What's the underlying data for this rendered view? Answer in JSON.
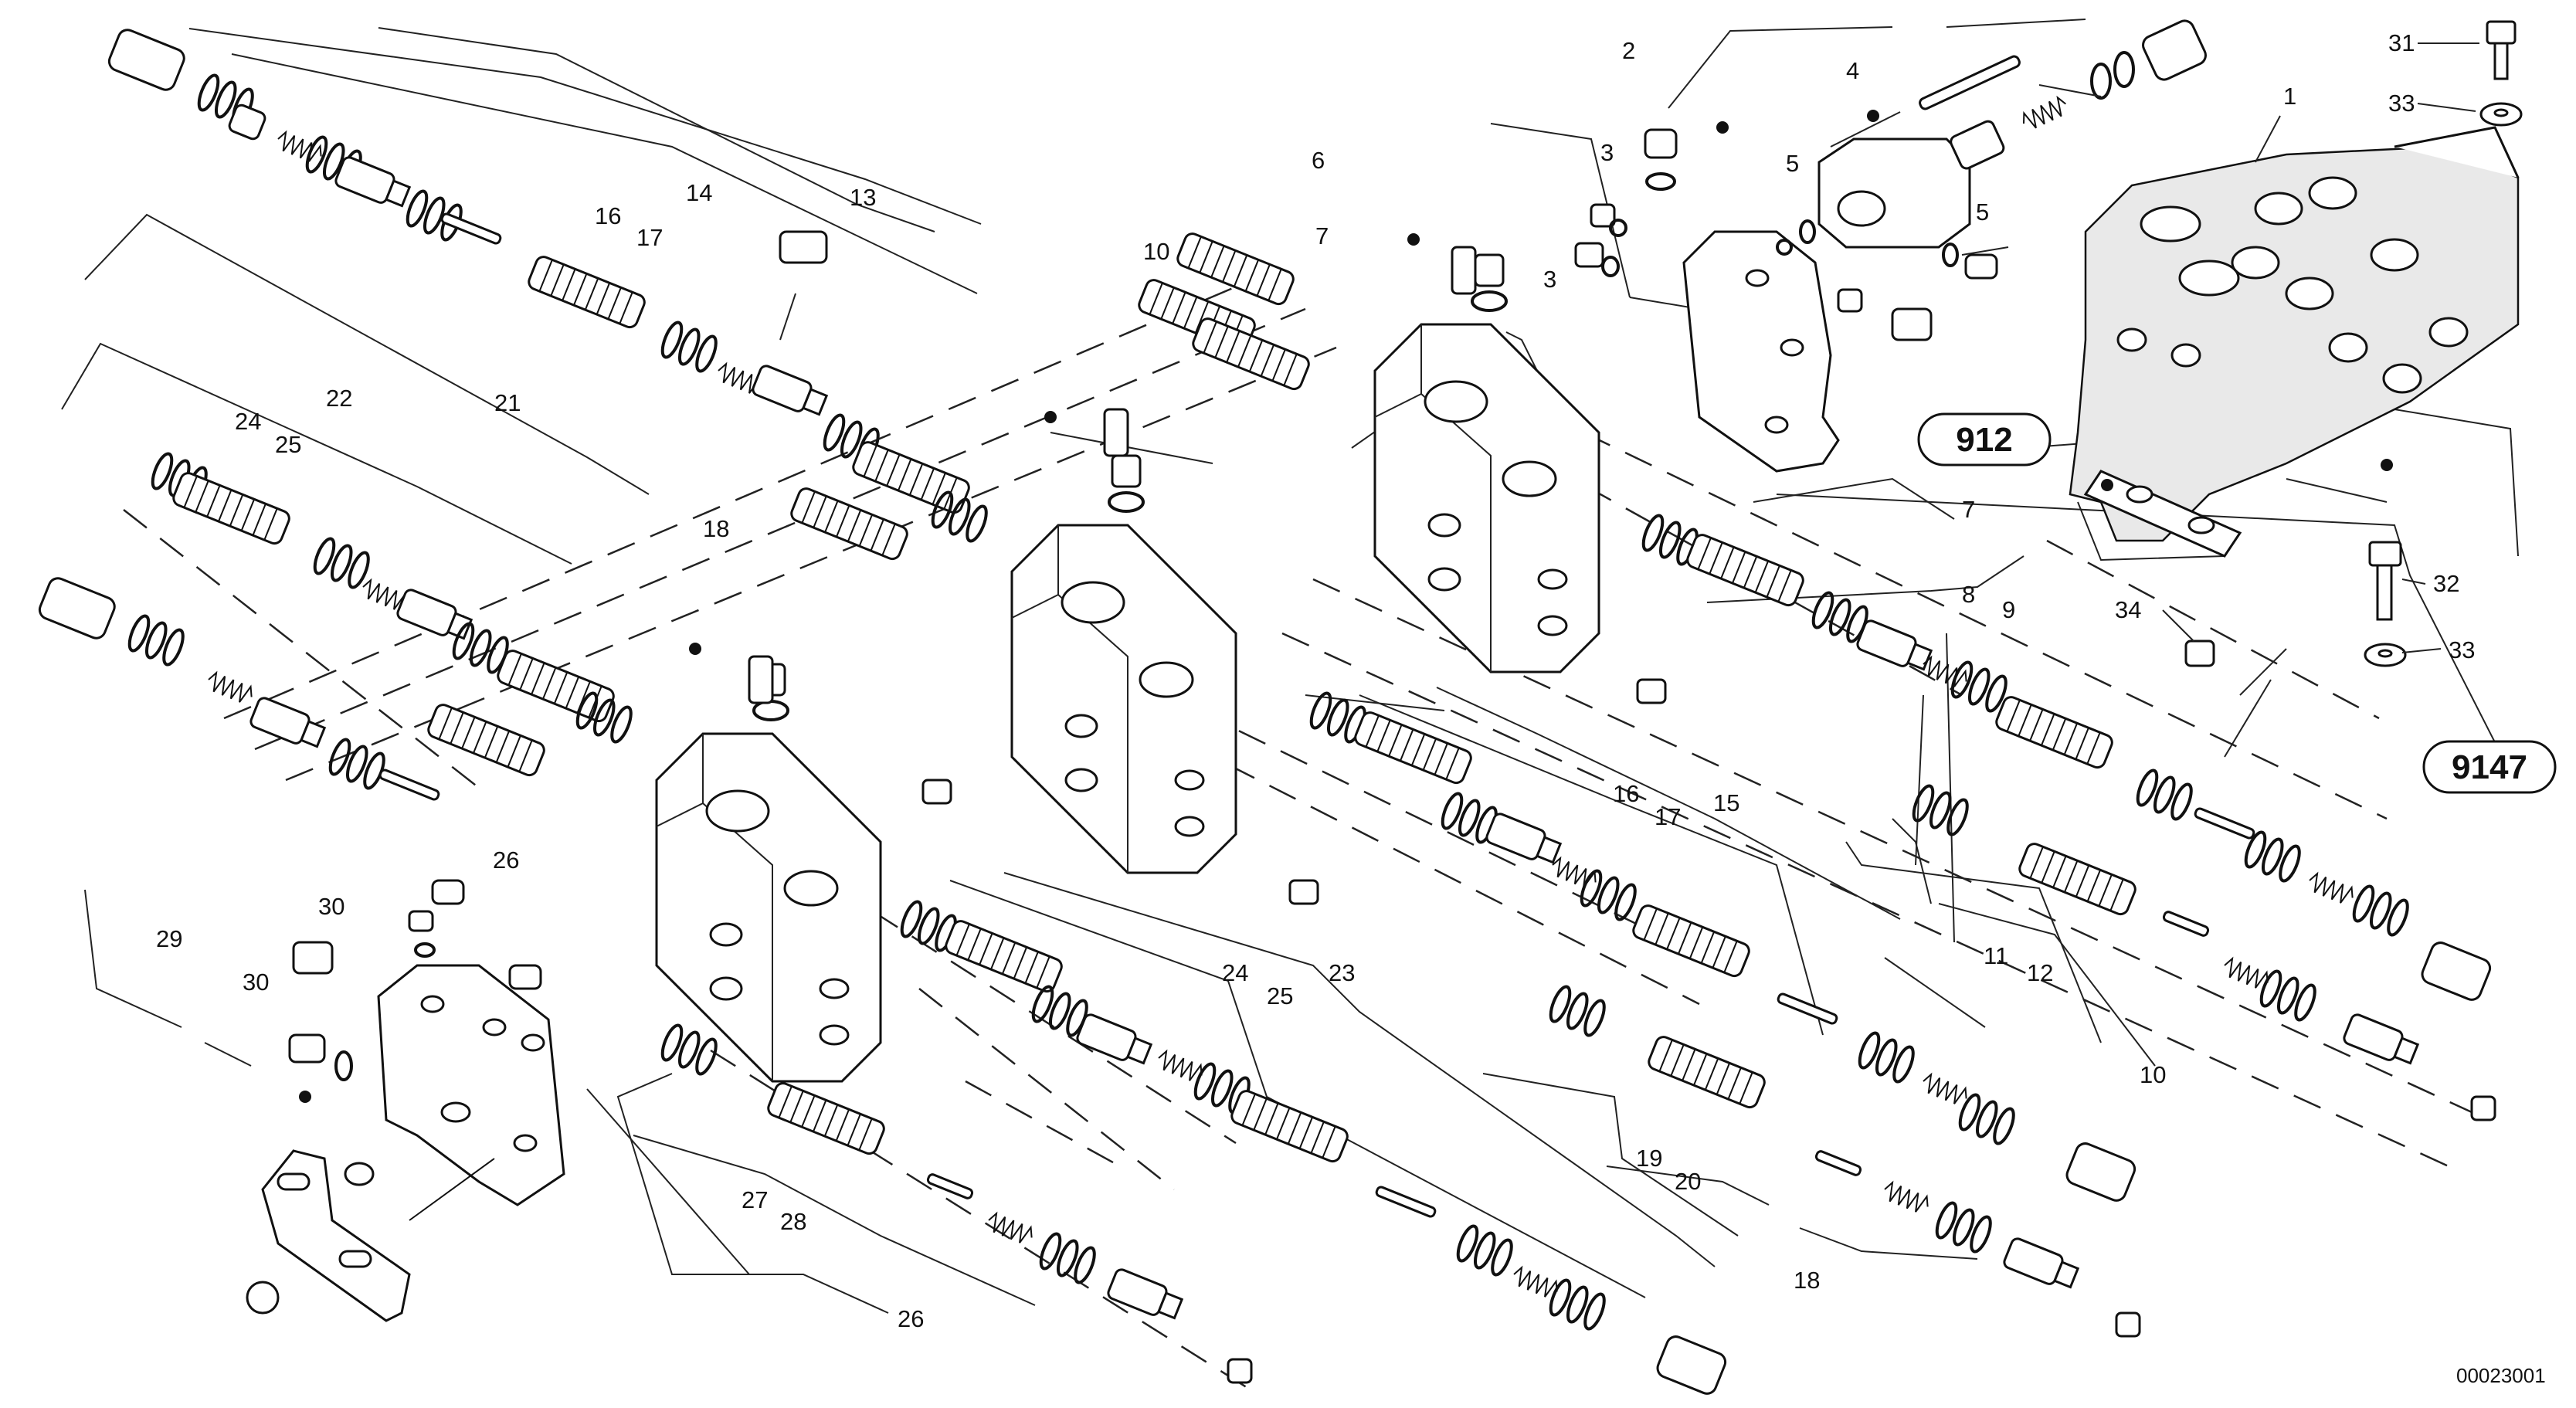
{
  "diagram": {
    "reference": "00023001",
    "callouts": [
      "912",
      "9147"
    ],
    "labels": {
      "l1": "1",
      "l2": "2",
      "l3a": "3",
      "l3b": "3",
      "l4": "4",
      "l5a": "5",
      "l5b": "5",
      "l6": "6",
      "l7a": "7",
      "l7b": "7",
      "l8": "8",
      "l9": "9",
      "l10a": "10",
      "l10b": "10",
      "l11": "11",
      "l12": "12",
      "l13": "13",
      "l14": "14",
      "l15": "15",
      "l16a": "16",
      "l17a": "17",
      "l16b": "16",
      "l17b": "17",
      "l18a": "18",
      "l18b": "18",
      "l19": "19",
      "l20": "20",
      "l21": "21",
      "l22": "22",
      "l23": "23",
      "l24a": "24",
      "l25a": "25",
      "l24b": "24",
      "l25b": "25",
      "l26a": "26",
      "l26b": "26",
      "l27": "27",
      "l28": "28",
      "l29": "29",
      "l30a": "30",
      "l30b": "30",
      "l31": "31",
      "l32": "32",
      "l33a": "33",
      "l33b": "33",
      "l34": "34"
    }
  }
}
